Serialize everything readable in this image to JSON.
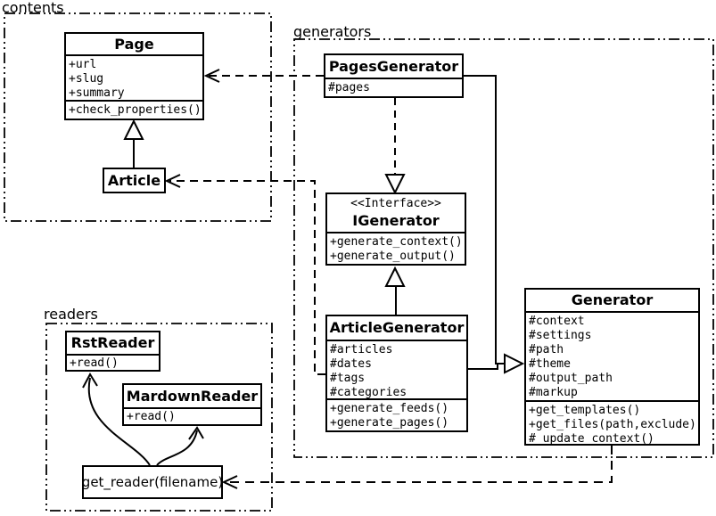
{
  "diagram": {
    "packages": {
      "contents": {
        "label": "contents"
      },
      "generators": {
        "label": "generators"
      },
      "readers": {
        "label": "readers"
      }
    },
    "classes": {
      "page": {
        "title": "Page",
        "attributes": [
          "+url",
          "+slug",
          "+summary"
        ],
        "methods": [
          "+check_properties()"
        ]
      },
      "article": {
        "title": "Article"
      },
      "pages_generator": {
        "title": "PagesGenerator",
        "attributes": [
          "#pages"
        ]
      },
      "igenerator": {
        "stereotype": "<<Interface>>",
        "title": "IGenerator",
        "methods": [
          "+generate_context()",
          "+generate_output()"
        ]
      },
      "article_generator": {
        "title": "ArticleGenerator",
        "attributes": [
          "#articles",
          "#dates",
          "#tags",
          "#categories"
        ],
        "methods": [
          "+generate_feeds()",
          "+generate_pages()"
        ]
      },
      "generator": {
        "title": "Generator",
        "attributes": [
          "#context",
          "#settings",
          "#path",
          "#theme",
          "#output_path",
          "#markup"
        ],
        "methods": [
          "+get_templates()",
          "+get_files(path,exclude)",
          "#_update_context()"
        ]
      },
      "rst_reader": {
        "title": "RstReader",
        "methods": [
          "+read()"
        ]
      },
      "mardown_reader": {
        "title": "MardownReader",
        "methods": [
          "+read()"
        ]
      },
      "get_reader": {
        "label": "get_reader(filename)"
      }
    },
    "colors": {
      "line": "#000000",
      "background": "#ffffff"
    }
  }
}
